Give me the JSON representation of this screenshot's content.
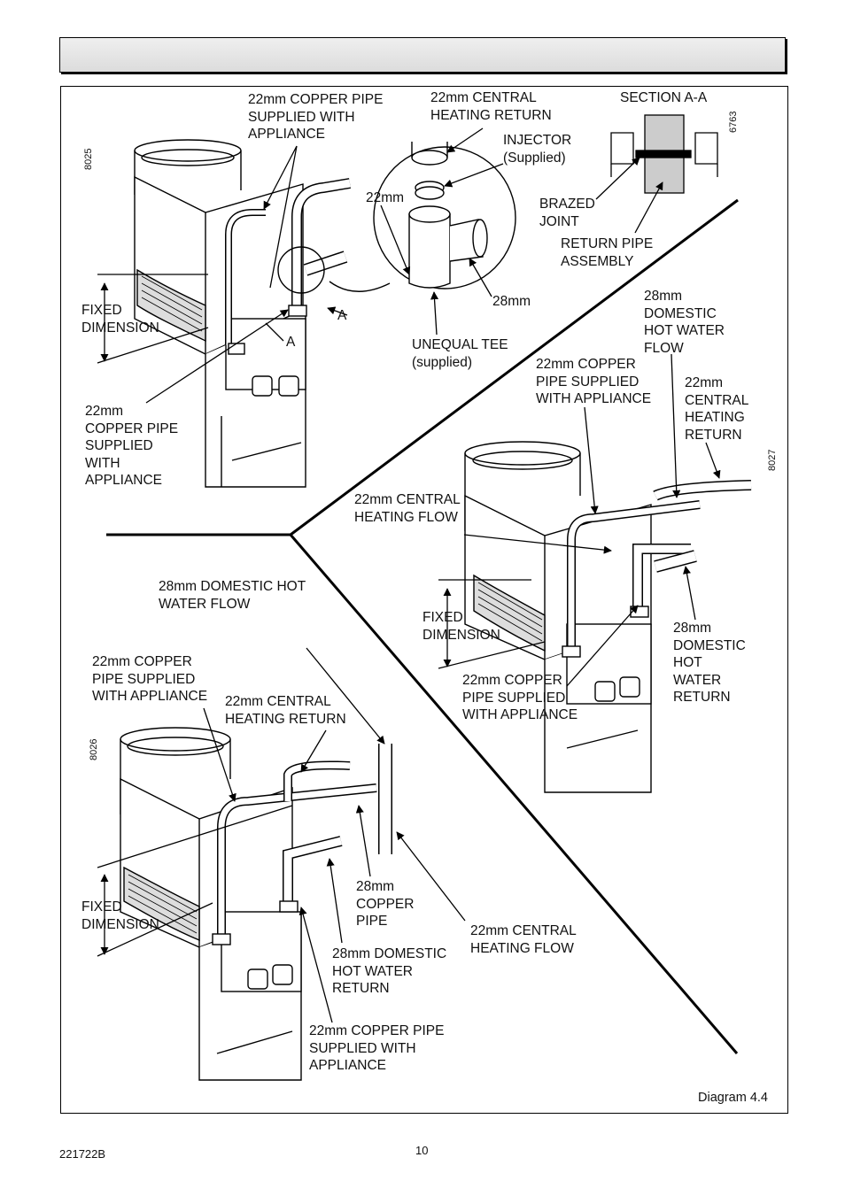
{
  "header": {
    "title": ""
  },
  "diagram1": {
    "code": "8025",
    "section_code": "6763",
    "labels": {
      "copper_supplied_top": "22mm COPPER PIPE\nSUPPLIED WITH\nAPPLIANCE",
      "ch_return": "22mm CENTRAL\nHEATING RETURN",
      "section": "SECTION A-A",
      "injector": "INJECTOR\n(Supplied)",
      "size_22": "22mm",
      "brazed": "BRAZED\nJOINT",
      "return_assembly": "RETURN PIPE\nASSEMBLY",
      "size_28": "28mm",
      "fixed_dim": "FIXED\nDIMENSION",
      "a1": "A",
      "a2": "A",
      "unequal_tee": "UNEQUAL TEE\n(supplied)",
      "copper_supplied_bottom": "22mm\nCOPPER PIPE\nSUPPLIED\nWITH\nAPPLIANCE"
    }
  },
  "diagram2": {
    "code": "8027",
    "labels": {
      "dhw_flow": "28mm\nDOMESTIC\nHOT WATER\nFLOW",
      "copper_supplied_top": "22mm COPPER\nPIPE SUPPLIED\nWITH APPLIANCE",
      "ch_return": "22mm\nCENTRAL\nHEATING\nRETURN",
      "ch_flow": "22mm CENTRAL\nHEATING FLOW",
      "fixed_dim": "FIXED\nDIMENSION",
      "dhw_return": "28mm\nDOMESTIC\nHOT\nWATER\nRETURN",
      "copper_supplied_bottom": "22mm COPPER\nPIPE SUPPLIED\nWITH APPLIANCE"
    }
  },
  "diagram3": {
    "code": "8026",
    "labels": {
      "dhw_flow": "28mm DOMESTIC HOT\nWATER FLOW",
      "copper_supplied_top": "22mm COPPER\nPIPE SUPPLIED\nWITH APPLIANCE",
      "ch_return": "22mm CENTRAL\nHEATING RETURN",
      "fixed_dim": "FIXED\nDIMENSION",
      "copper_28": "28mm\nCOPPER\nPIPE",
      "ch_flow": "22mm CENTRAL\nHEATING FLOW",
      "dhw_return": "28mm DOMESTIC\nHOT WATER\nRETURN",
      "copper_supplied_bottom": "22mm COPPER PIPE\nSUPPLIED WITH\nAPPLIANCE"
    }
  },
  "caption": "Diagram 4.4",
  "footer": {
    "doc_number": "221722B",
    "page_number": "10"
  }
}
